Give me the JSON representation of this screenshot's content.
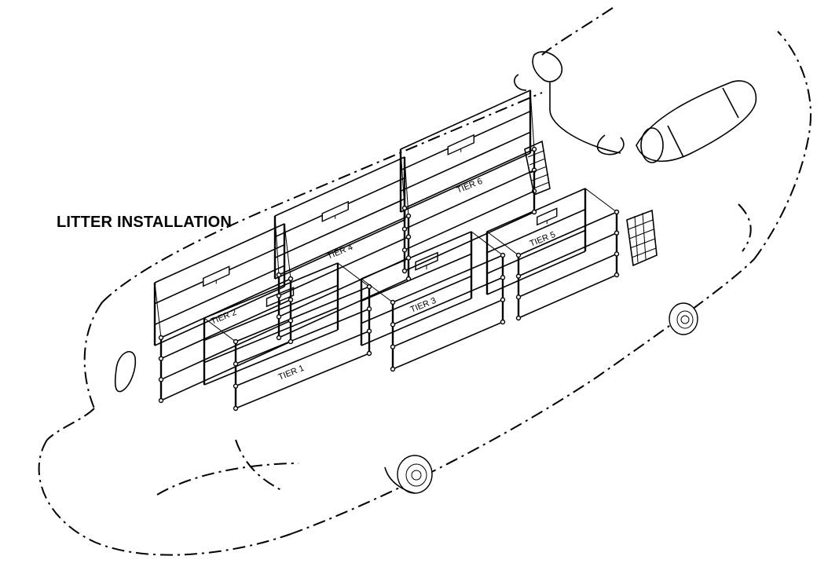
{
  "diagram": {
    "title": "LITTER INSTALLATION",
    "tiers": [
      {
        "label": "TIER 1"
      },
      {
        "label": "TIER 2"
      },
      {
        "label": "TIER 3"
      },
      {
        "label": "TIER 4"
      },
      {
        "label": "TIER 5"
      },
      {
        "label": "TIER 6"
      }
    ]
  }
}
